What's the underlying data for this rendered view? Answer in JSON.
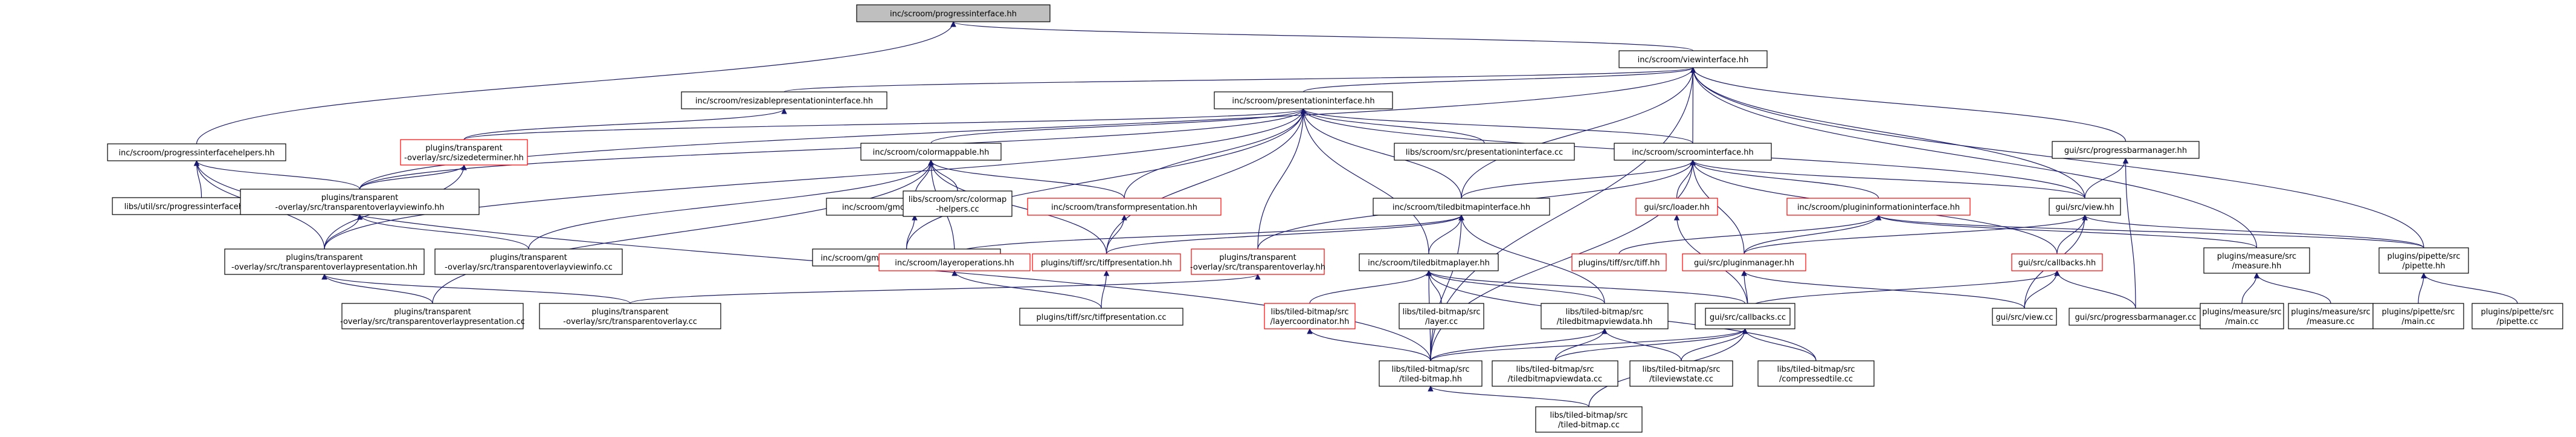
{
  "colors": {
    "edge": "#191970",
    "root_fill": "#bfbfbf",
    "missing_border": "#ff0000"
  },
  "nodes": [
    {
      "id": "n0",
      "label": [
        "inc/scroom/progressinterface.hh"
      ],
      "root": true
    },
    {
      "id": "n1",
      "label": [
        "inc/scroom/viewinterface.hh"
      ]
    },
    {
      "id": "n2",
      "label": [
        "inc/scroom/progressinterfacehelpers.hh"
      ]
    },
    {
      "id": "n3",
      "label": [
        "inc/scroom/resizablepresentationinterface.hh"
      ]
    },
    {
      "id": "n4",
      "label": [
        "inc/scroom/presentationinterface.hh"
      ]
    },
    {
      "id": "n5",
      "label": [
        "gui/src/progressbarmanager.hh"
      ]
    },
    {
      "id": "n6",
      "label": [
        "plugins/transparent",
        "-overlay/src/sizedeterminer.hh"
      ],
      "red": true
    },
    {
      "id": "n7",
      "label": [
        "inc/scroom/colormappable.hh"
      ]
    },
    {
      "id": "n8",
      "label": [
        "inc/scroom/transformpresentation.hh"
      ],
      "red": true
    },
    {
      "id": "n9",
      "label": [
        "libs/scroom/src/presentationinterface.cc"
      ]
    },
    {
      "id": "n10",
      "label": [
        "inc/scroom/scroominterface.hh"
      ]
    },
    {
      "id": "n11",
      "label": [
        "libs/util/src/progressinterfacehelpers.cc"
      ]
    },
    {
      "id": "n12",
      "label": [
        "plugins/transparent",
        "-overlay/src/transparentoverlayviewinfo.hh"
      ]
    },
    {
      "id": "n13",
      "label": [
        "inc/scroom/gmock/colormappable.hh"
      ]
    },
    {
      "id": "n14",
      "label": [
        "libs/scroom/src/colormap",
        "-helpers.cc"
      ]
    },
    {
      "id": "n15",
      "label": [
        "inc/scroom/tiledbitmapinterface.hh"
      ]
    },
    {
      "id": "n16",
      "label": [
        "gui/src/loader.hh"
      ],
      "red": true
    },
    {
      "id": "n17",
      "label": [
        "inc/scroom/plugininformationinterface.hh"
      ],
      "red": true
    },
    {
      "id": "n18",
      "label": [
        "gui/src/view.hh"
      ]
    },
    {
      "id": "n19",
      "label": [
        "plugins/transparent",
        "-overlay/src/transparentoverlaypresentation.hh"
      ]
    },
    {
      "id": "n20",
      "label": [
        "plugins/transparent",
        "-overlay/src/transparentoverlayviewinfo.cc"
      ]
    },
    {
      "id": "n21",
      "label": [
        "inc/scroom/gmock/presentationinterface.hh"
      ]
    },
    {
      "id": "n22",
      "label": [
        "inc/scroom/layeroperations.hh"
      ],
      "red": true
    },
    {
      "id": "n23",
      "label": [
        "plugins/tiff/src/tiffpresentation.hh"
      ],
      "red": true
    },
    {
      "id": "n24",
      "label": [
        "plugins/transparent",
        "-overlay/src/transparentoverlay.hh"
      ],
      "red": true
    },
    {
      "id": "n25",
      "label": [
        "inc/scroom/tiledbitmaplayer.hh"
      ]
    },
    {
      "id": "n26",
      "label": [
        "plugins/tiff/src/tiff.hh"
      ],
      "red": true
    },
    {
      "id": "n27",
      "label": [
        "gui/src/pluginmanager.hh"
      ],
      "red": true
    },
    {
      "id": "n28",
      "label": [
        "gui/src/callbacks.hh"
      ],
      "red": true
    },
    {
      "id": "n29",
      "label": [
        "plugins/measure/src",
        "/measure.hh"
      ]
    },
    {
      "id": "n30",
      "label": [
        "plugins/pipette/src",
        "/pipette.hh"
      ]
    },
    {
      "id": "n31",
      "label": [
        "plugins/transparent",
        "-overlay/src/transparentoverlaypresentation.cc"
      ]
    },
    {
      "id": "n32",
      "label": [
        "plugins/transparent",
        "-overlay/src/transparentoverlay.cc"
      ]
    },
    {
      "id": "n33",
      "label": [
        "plugins/tiff/src/tiffpresentation.cc"
      ]
    },
    {
      "id": "n34",
      "label": [
        "libs/tiled-bitmap/src",
        "/layercoordinator.hh"
      ],
      "red": true
    },
    {
      "id": "n35",
      "label": [
        "libs/tiled-bitmap/src",
        "/layer.cc"
      ]
    },
    {
      "id": "n36",
      "label": [
        "libs/tiled-bitmap/src",
        "/tiledbitmapviewdata.hh"
      ]
    },
    {
      "id": "n37",
      "label": [
        "libs/tiled-bitmap/src",
        "/tileviewstate.hh"
      ]
    },
    {
      "id": "n38",
      "label": [
        "gui/src/callbacks.cc"
      ]
    },
    {
      "id": "n39",
      "label": [
        "gui/src/view.cc"
      ]
    },
    {
      "id": "n40",
      "label": [
        "gui/src/progressbarmanager.cc"
      ]
    },
    {
      "id": "n41",
      "label": [
        "plugins/measure/src",
        "/main.cc"
      ]
    },
    {
      "id": "n42",
      "label": [
        "plugins/measure/src",
        "/measure.cc"
      ]
    },
    {
      "id": "n43",
      "label": [
        "plugins/pipette/src",
        "/main.cc"
      ]
    },
    {
      "id": "n44",
      "label": [
        "plugins/pipette/src",
        "/pipette.cc"
      ]
    },
    {
      "id": "n45",
      "label": [
        "libs/tiled-bitmap/src",
        "/tiled-bitmap.hh"
      ]
    },
    {
      "id": "n46",
      "label": [
        "libs/tiled-bitmap/src",
        "/tiledbitmapviewdata.cc"
      ]
    },
    {
      "id": "n47",
      "label": [
        "libs/tiled-bitmap/src",
        "/tileviewstate.cc"
      ]
    },
    {
      "id": "n48",
      "label": [
        "libs/tiled-bitmap/src",
        "/compressedtile.cc"
      ]
    },
    {
      "id": "n49",
      "label": [
        "libs/tiled-bitmap/src",
        "/tiled-bitmap.cc"
      ]
    }
  ]
}
